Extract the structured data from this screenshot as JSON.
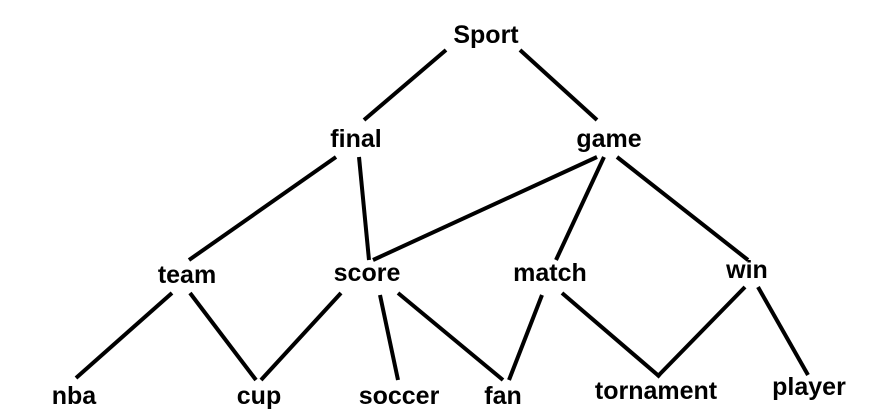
{
  "nodes": [
    {
      "id": "sport",
      "label": "Sport"
    },
    {
      "id": "final",
      "label": "final"
    },
    {
      "id": "game",
      "label": "game"
    },
    {
      "id": "team",
      "label": "team"
    },
    {
      "id": "score",
      "label": "score"
    },
    {
      "id": "match",
      "label": "match"
    },
    {
      "id": "win",
      "label": "win"
    },
    {
      "id": "nba",
      "label": "nba"
    },
    {
      "id": "cup",
      "label": "cup"
    },
    {
      "id": "soccer",
      "label": "soccer"
    },
    {
      "id": "fan",
      "label": "fan"
    },
    {
      "id": "tornament",
      "label": "tornament"
    },
    {
      "id": "player",
      "label": "player"
    }
  ],
  "edges": [
    {
      "from": "sport",
      "to": "final"
    },
    {
      "from": "sport",
      "to": "game"
    },
    {
      "from": "final",
      "to": "team"
    },
    {
      "from": "final",
      "to": "score"
    },
    {
      "from": "game",
      "to": "score"
    },
    {
      "from": "game",
      "to": "match"
    },
    {
      "from": "game",
      "to": "win"
    },
    {
      "from": "team",
      "to": "nba"
    },
    {
      "from": "team",
      "to": "cup"
    },
    {
      "from": "score",
      "to": "cup"
    },
    {
      "from": "score",
      "to": "soccer"
    },
    {
      "from": "score",
      "to": "fan"
    },
    {
      "from": "match",
      "to": "fan"
    },
    {
      "from": "match",
      "to": "tornament"
    },
    {
      "from": "win",
      "to": "tornament"
    },
    {
      "from": "win",
      "to": "player"
    }
  ],
  "colors": {
    "line": "#000000",
    "text": "#000000",
    "background": "#ffffff"
  }
}
